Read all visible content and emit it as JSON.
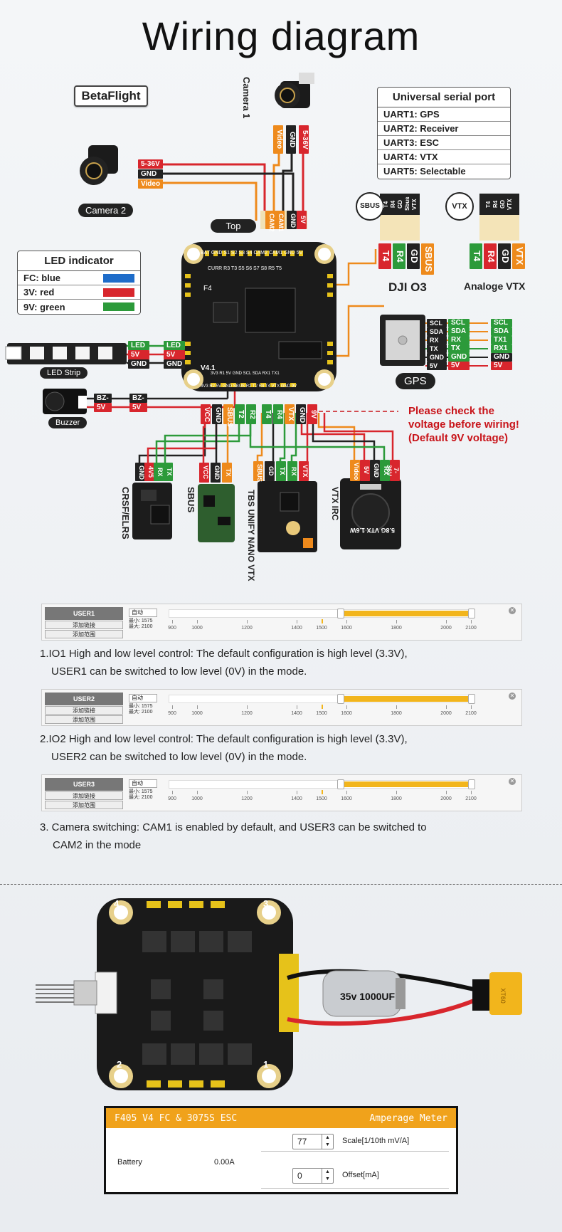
{
  "title": "Wiring diagram",
  "brand": "BetaFlight",
  "cameras": {
    "camera1": "Camera 1",
    "camera2": "Camera 2"
  },
  "camera1_wires": [
    "Video",
    "GND",
    "5-36V"
  ],
  "camera2_wires": [
    "5-36V",
    "GND",
    "Video"
  ],
  "board_label_top": "Top",
  "board_model": "F4",
  "board_version": "V4.1",
  "board_top_pins": "BAT GND S1 S2 S3 S4 CAM2 CAM1 GND 5V",
  "board_top_pins2": "CURR R3 T3 S5 S6 S7 S8 R5 T5",
  "board_bottom_pins": "3V3 R2 5V GND SBUS R2 T2 R4 T4 VTX GND 9V",
  "board_bottom_pins2": "3V3 R1 5V GND SCL SDA RX1 TX1",
  "cam_header_labels": [
    "CAM2",
    "CAM1",
    "GND",
    "5V"
  ],
  "uart": {
    "title": "Universal serial port",
    "rows": [
      "UART1: GPS",
      "UART2: Receiver",
      "UART3: ESC",
      "UART4: VTX",
      "UART5: Selectable"
    ]
  },
  "led_indicator": {
    "title": "LED indicator",
    "rows": [
      {
        "label": "FC:  blue",
        "color": "#1e6cc9"
      },
      {
        "label": "3V:  red",
        "color": "#d8262d"
      },
      {
        "label": "9V:  green",
        "color": "#2c9a3a"
      }
    ]
  },
  "led_strip": {
    "label": "LED Strip",
    "wires": [
      "LED",
      "5V",
      "GND"
    ]
  },
  "buzzer": {
    "label": "Buzzer",
    "wires": [
      "BZ-",
      "5V"
    ]
  },
  "dji": {
    "badge": "SBUS",
    "label": "DJI O3",
    "connector_pins": [
      "T4",
      "R4",
      "GD",
      "Sbus",
      "VTX"
    ],
    "wires": [
      "T4",
      "R4",
      "GD",
      "SBUS"
    ]
  },
  "analog_vtx": {
    "badge": "VTX",
    "label": "Analoge VTX",
    "connector_pins": [
      "T4",
      "R4",
      "GD",
      "VTX"
    ],
    "wires": [
      "T4",
      "R4",
      "GD",
      "VTX"
    ]
  },
  "gps": {
    "label": "GPS",
    "module_pins": [
      "SCL",
      "SDA",
      "RX",
      "TX",
      "GND",
      "5V"
    ],
    "fc_pins": [
      "SCL",
      "SDA",
      "TX1",
      "RX1",
      "GND",
      "5V"
    ]
  },
  "bottom_pads": [
    "VCC",
    "GND",
    "SBUS",
    "T2",
    "R2",
    "T4",
    "R4",
    "VTX",
    "GND",
    "9V"
  ],
  "warning": [
    "Please check the",
    "voltage before wiring!",
    "(Default 9V voltage)"
  ],
  "receivers": [
    {
      "label": "CRSF/ELRS",
      "wires": [
        "GND",
        "4V5",
        "RX",
        "TX"
      ]
    },
    {
      "label": "SBUS",
      "wires": [
        "VCC",
        "GND",
        "TX"
      ]
    },
    {
      "label": "TBS UNIFY NANO VTX",
      "wires": [
        "SBUS",
        "GD",
        "TX",
        "RX",
        "VTX"
      ]
    },
    {
      "label": "VTX IRC",
      "wires": [
        "Video",
        "5V",
        "GND",
        "RX",
        "7-36V"
      ]
    }
  ],
  "vtx_module_text": "5.8G VTX 1.6W",
  "sliders": [
    {
      "user": "USER1",
      "btn1": "添加链接",
      "btn2": "添加范围",
      "mode": "自动",
      "min": "最小: 1575",
      "max": "最大: 2100",
      "range_start": 1575,
      "range_end": 2100,
      "current": 1500
    },
    {
      "user": "USER2",
      "btn1": "添加链接",
      "btn2": "添加范围",
      "mode": "自动",
      "min": "最小: 1575",
      "max": "最大: 2100",
      "range_start": 1575,
      "range_end": 2100,
      "current": 1500
    },
    {
      "user": "USER3",
      "btn1": "添加链接",
      "btn2": "添加范围",
      "mode": "自动",
      "min": "最小: 1575",
      "max": "最大: 2100",
      "range_start": 1575,
      "range_end": 2100,
      "current": 1500
    }
  ],
  "slider_ticks": [
    "900",
    "1000",
    "1200",
    "1400",
    "1500",
    "1600",
    "1800",
    "2000",
    "2100"
  ],
  "notes": [
    [
      "1.IO1 High and low level control: The default configuration is high level (3.3V),",
      "USER1 can be switched to low level (0V) in the mode."
    ],
    [
      "2.IO2 High and low level control: The default configuration is high level (3.3V),",
      "USER2 can be switched to low level (0V) in the mode."
    ],
    [
      "3. Camera switching: CAM1 is enabled by default, and USER3 can be switched to",
      "CAM2 in the mode"
    ]
  ],
  "esc": {
    "corner_labels": [
      "4",
      "3",
      "2",
      "1"
    ],
    "capacitor": "35v 1000UF",
    "connector": "XT60"
  },
  "amperage": {
    "left_title": "F405 V4 FC & 3075S ESC",
    "right_title": "Amperage Meter",
    "battery_label": "Battery",
    "battery_value": "0.00A",
    "scale_value": "77",
    "scale_label": "Scale[1/10th mV/A]",
    "offset_value": "0",
    "offset_label": "Offset[mA]"
  }
}
